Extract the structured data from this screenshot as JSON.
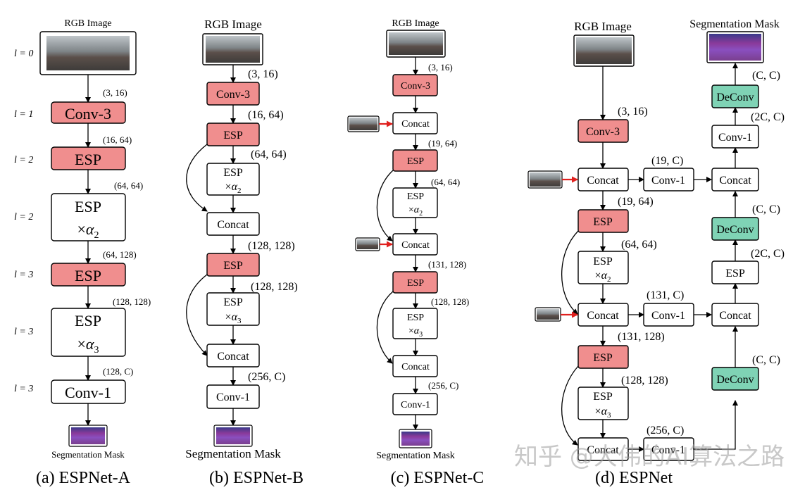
{
  "labels": {
    "rgb_image": "RGB Image",
    "segmentation_mask": "Segmentation Mask",
    "conv3": "Conv-3",
    "esp": "ESP",
    "conv1": "Conv-1",
    "concat": "Concat",
    "deconv": "DeConv",
    "times": "×"
  },
  "captions": {
    "a": "(a) ESPNet-A",
    "b": "(b) ESPNet-B",
    "c": "(c) ESPNet-C",
    "d": "(d) ESPNet"
  },
  "level_labels": [
    "l = 0",
    "l = 1",
    "l = 2",
    "l = 2",
    "l = 3",
    "l = 3",
    "l = 3"
  ],
  "alpha2": "α2",
  "alpha3": "α3",
  "dims": {
    "a": [
      "(3, 16)",
      "(16, 64)",
      "(64, 64)",
      "(64, 128)",
      "(128, 128)",
      "(128, C)"
    ],
    "b": [
      "(3, 16)",
      "(16, 64)",
      "(64, 64)",
      "(128, 128)",
      "(128, 128)",
      "(256, C)"
    ],
    "c": [
      "(3, 16)",
      "(19, 64)",
      "(64, 64)",
      "(131, 128)",
      "(128, 128)",
      "(256, C)"
    ],
    "d_left": [
      "(3, 16)",
      "(19, 64)",
      "(64, 64)",
      "(131, 128)",
      "(128, 128)"
    ],
    "d_side": [
      "(19, C)",
      "(131, C)",
      "(256, C)"
    ],
    "d_right": [
      "(C, C)",
      "(2C, C)",
      "(C, C)",
      "(2C, C)",
      "(C, C)"
    ]
  },
  "watermark": "知乎 @大伟的AI算法之路",
  "colors": {
    "conv_esp_fill": "#f08e8e",
    "deconv_fill": "#7fd3b5",
    "skip_arrow": "#e0201e"
  }
}
